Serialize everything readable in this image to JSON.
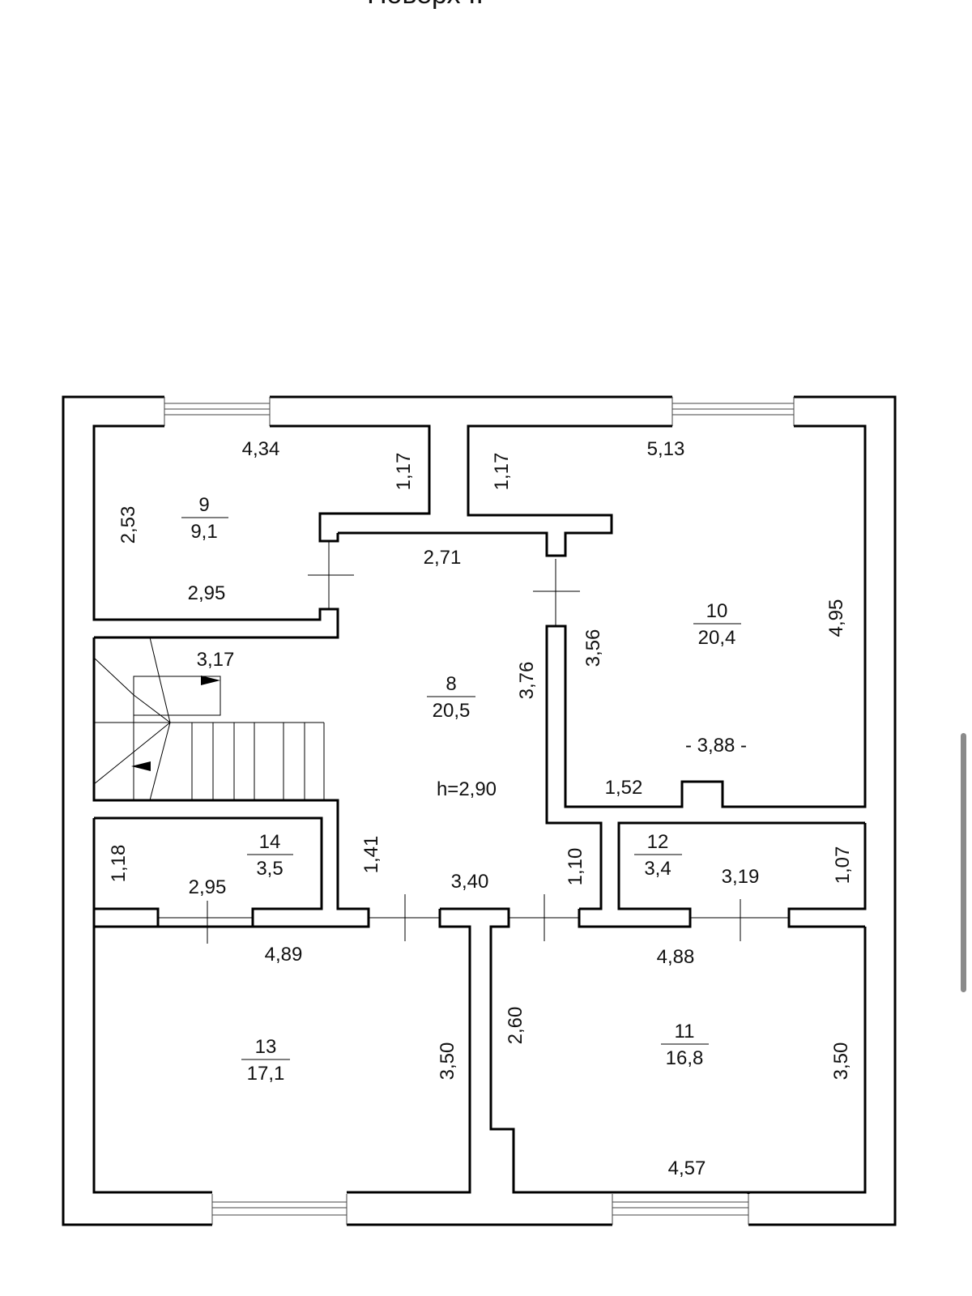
{
  "title": "Поверх ІІ",
  "colors": {
    "wall": "#000000",
    "text": "#111111",
    "background": "#ffffff"
  },
  "rooms": [
    {
      "id": "room-8",
      "number": "8",
      "area": "20,5"
    },
    {
      "id": "room-9",
      "number": "9",
      "area": "9,1"
    },
    {
      "id": "room-10",
      "number": "10",
      "area": "20,4"
    },
    {
      "id": "room-11",
      "number": "11",
      "area": "16,8"
    },
    {
      "id": "room-12",
      "number": "12",
      "area": "3,4"
    },
    {
      "id": "room-13",
      "number": "13",
      "area": "17,1"
    },
    {
      "id": "room-14",
      "number": "14",
      "area": "3,5"
    }
  ],
  "ceiling_height": "h=2,90",
  "dimensions": {
    "r9_top": "4,34",
    "r9_right": "1,17",
    "r9_left": "2,53",
    "r9_bottom": "2,95",
    "r10_top": "5,13",
    "r10_left_stub": "1,17",
    "r10_right": "4,95",
    "r10_left": "3,56",
    "r10_bottom": "- 3,88 -",
    "r10_notch": "1,52",
    "r8_top": "2,71",
    "r8_right": "3,76",
    "r8_bottom": "3,40",
    "r8_left": "1,41",
    "r8_lower_right": "1,10",
    "stairs": "3,17",
    "r14_left": "1,18",
    "r14_bottom": "2,95",
    "r12_right": "1,07",
    "r12_bottom": "3,19",
    "r13_top": "4,89",
    "r13_right": "3,50",
    "r11_top": "4,88",
    "r11_left": "2,60",
    "r11_right": "3,50",
    "r11_bottom": "4,57"
  }
}
